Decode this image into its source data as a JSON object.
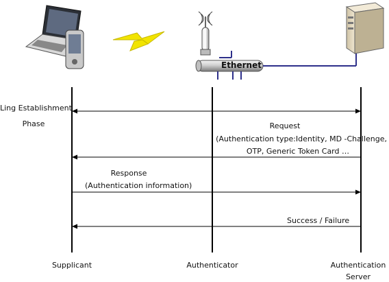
{
  "entities": {
    "supplicant": "Supplicant",
    "authenticator": "Authenticator",
    "server_line1": "Authentication",
    "server_line2": "Server"
  },
  "network": {
    "label": "Ethernet"
  },
  "phase": {
    "line1": "Ling Establishment",
    "line2": "Phase"
  },
  "messages": {
    "request_title": "Request",
    "request_line1": "(Authentication type:Identity, MD -Challenge,",
    "request_line2": "OTP, Generic Token Card …",
    "response_title": "Response",
    "response_line1": "(Authentication information)",
    "result": "Success / Failure"
  }
}
